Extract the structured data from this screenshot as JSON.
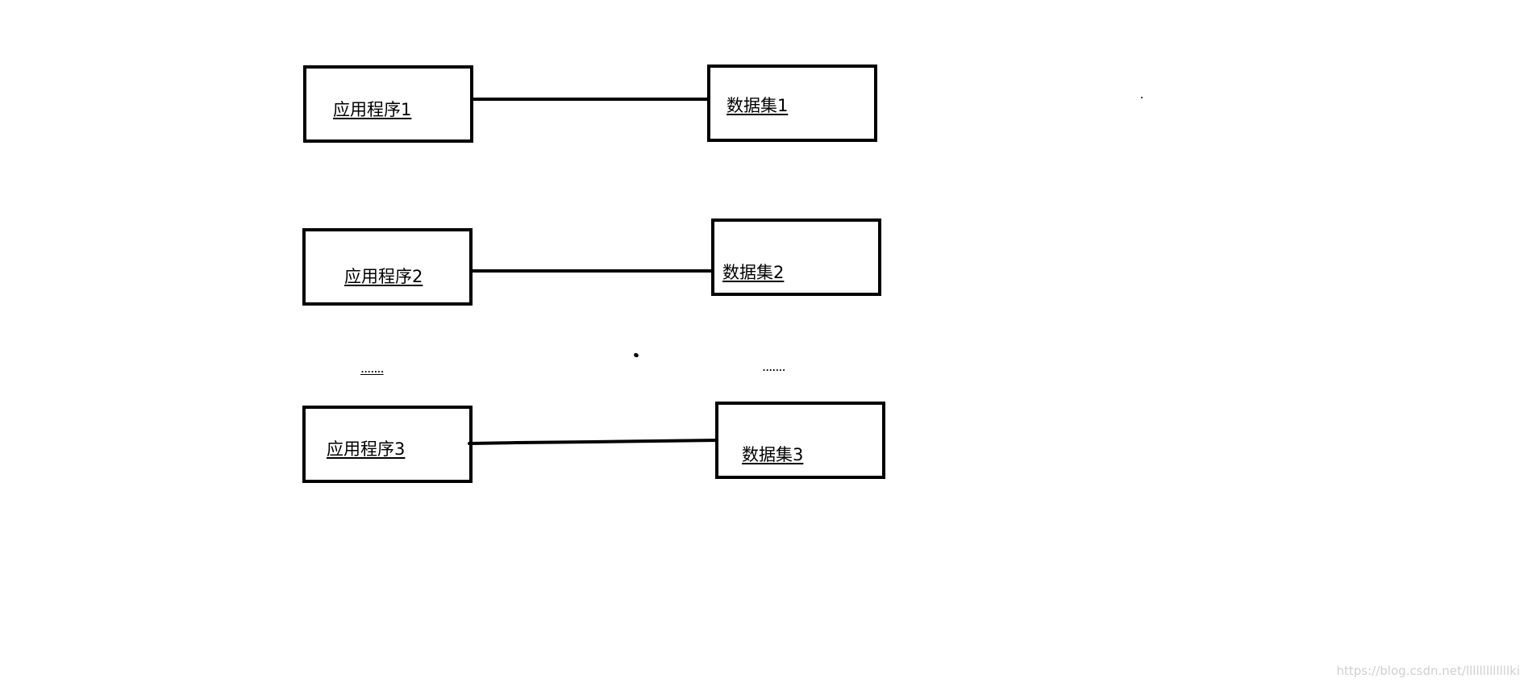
{
  "applications": [
    {
      "label": "应用程序1"
    },
    {
      "label": "应用程序2"
    },
    {
      "label": "应用程序3"
    }
  ],
  "datasets": [
    {
      "label": "数据集1"
    },
    {
      "label": "数据集2"
    },
    {
      "label": "数据集3"
    }
  ],
  "ellipsis": {
    "left": ".......",
    "right": "......."
  },
  "watermark": "https://blog.csdn.net/lllllllllllllki"
}
